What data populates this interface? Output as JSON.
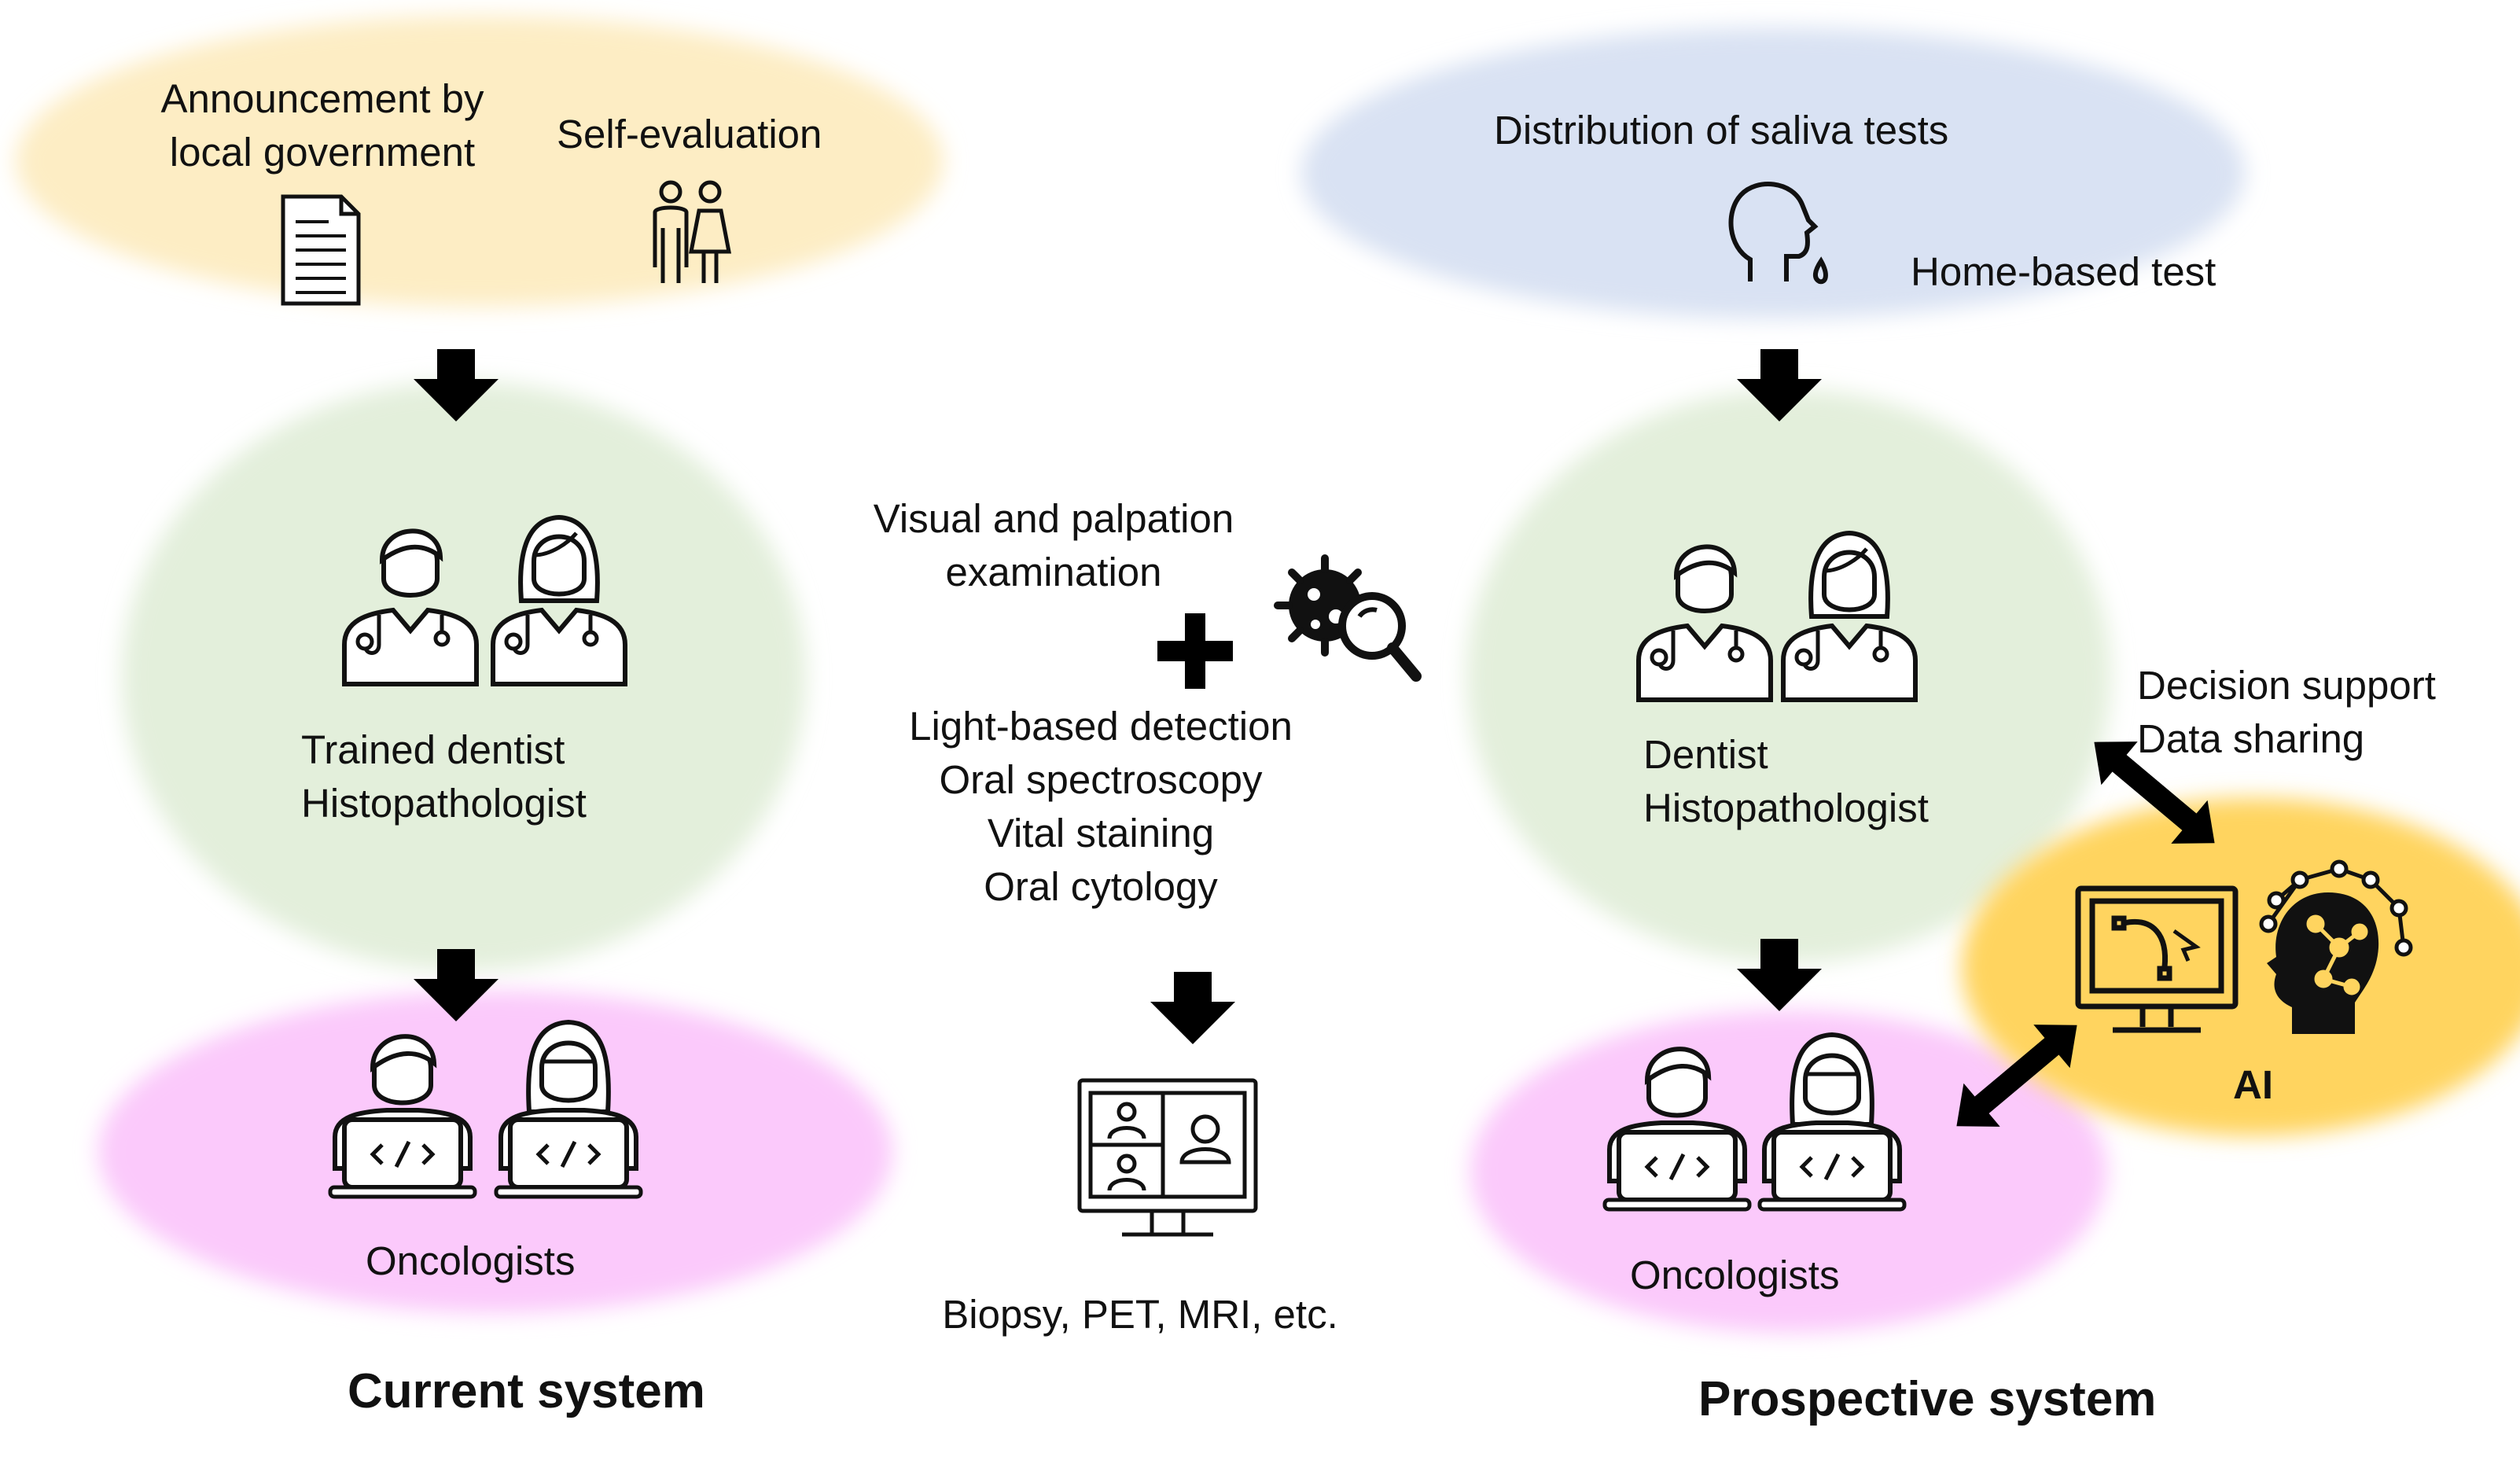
{
  "current": {
    "announcement": [
      "Announcement by",
      "local government"
    ],
    "self_evaluation": "Self-evaluation",
    "dentist": [
      "Trained dentist",
      "Histopathologist"
    ],
    "oncologists": "Oncologists",
    "title": "Current system",
    "colors": {
      "top_blob": "#fdedc4",
      "mid_blob": "#e3efdb",
      "bottom_blob": "#fbc9fb"
    }
  },
  "middle": {
    "visual": [
      "Visual and palpation",
      "examination"
    ],
    "methods": [
      "Light-based detection",
      "Oral spectroscopy",
      "Vital staining",
      "Oral cytology"
    ],
    "biopsy": "Biopsy, PET, MRI, etc."
  },
  "prospective": {
    "saliva": "Distribution of saliva tests",
    "home": "Home-based test",
    "dentist": [
      "Dentist",
      "Histopathologist"
    ],
    "decision": [
      "Decision support",
      "Data sharing"
    ],
    "ai": "AI",
    "oncologists": "Oncologists",
    "title": "Prospective system",
    "colors": {
      "top_blob": "#d9e2f3",
      "mid_blob": "#e3efdb",
      "bottom_blob": "#fbc9fb",
      "ai_blob": "#ffd45f"
    }
  },
  "icons": [
    "document-icon",
    "couple-icon",
    "doctor-icon",
    "developer-icon",
    "plus-icon",
    "bacteria-magnifier-icon",
    "video-call-monitor-icon",
    "head-saliva-icon",
    "ai-monitor-icon",
    "ai-head-icon",
    "arrow-down-icon",
    "double-arrow-icon"
  ]
}
